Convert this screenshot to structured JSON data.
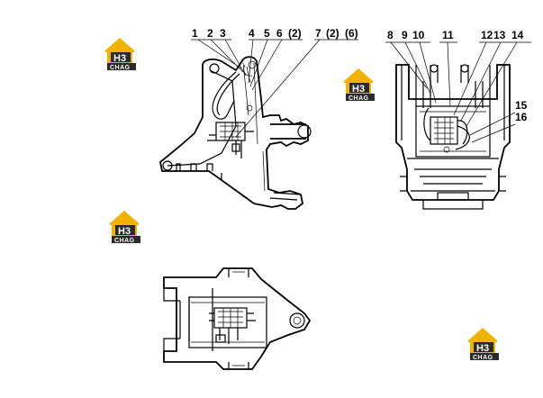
{
  "callouts": {
    "side": [
      "1",
      "2",
      "3",
      "4",
      "5",
      "6",
      "(2)",
      "7",
      "(2)",
      "(6)"
    ],
    "front": [
      "8",
      "9",
      "10",
      "11",
      "12",
      "13",
      "14",
      "15",
      "16"
    ]
  },
  "logo": {
    "mark": "H3",
    "brand": "CHAG",
    "colors": {
      "gold": "#f0b400",
      "dark": "#2b2b2b"
    }
  }
}
